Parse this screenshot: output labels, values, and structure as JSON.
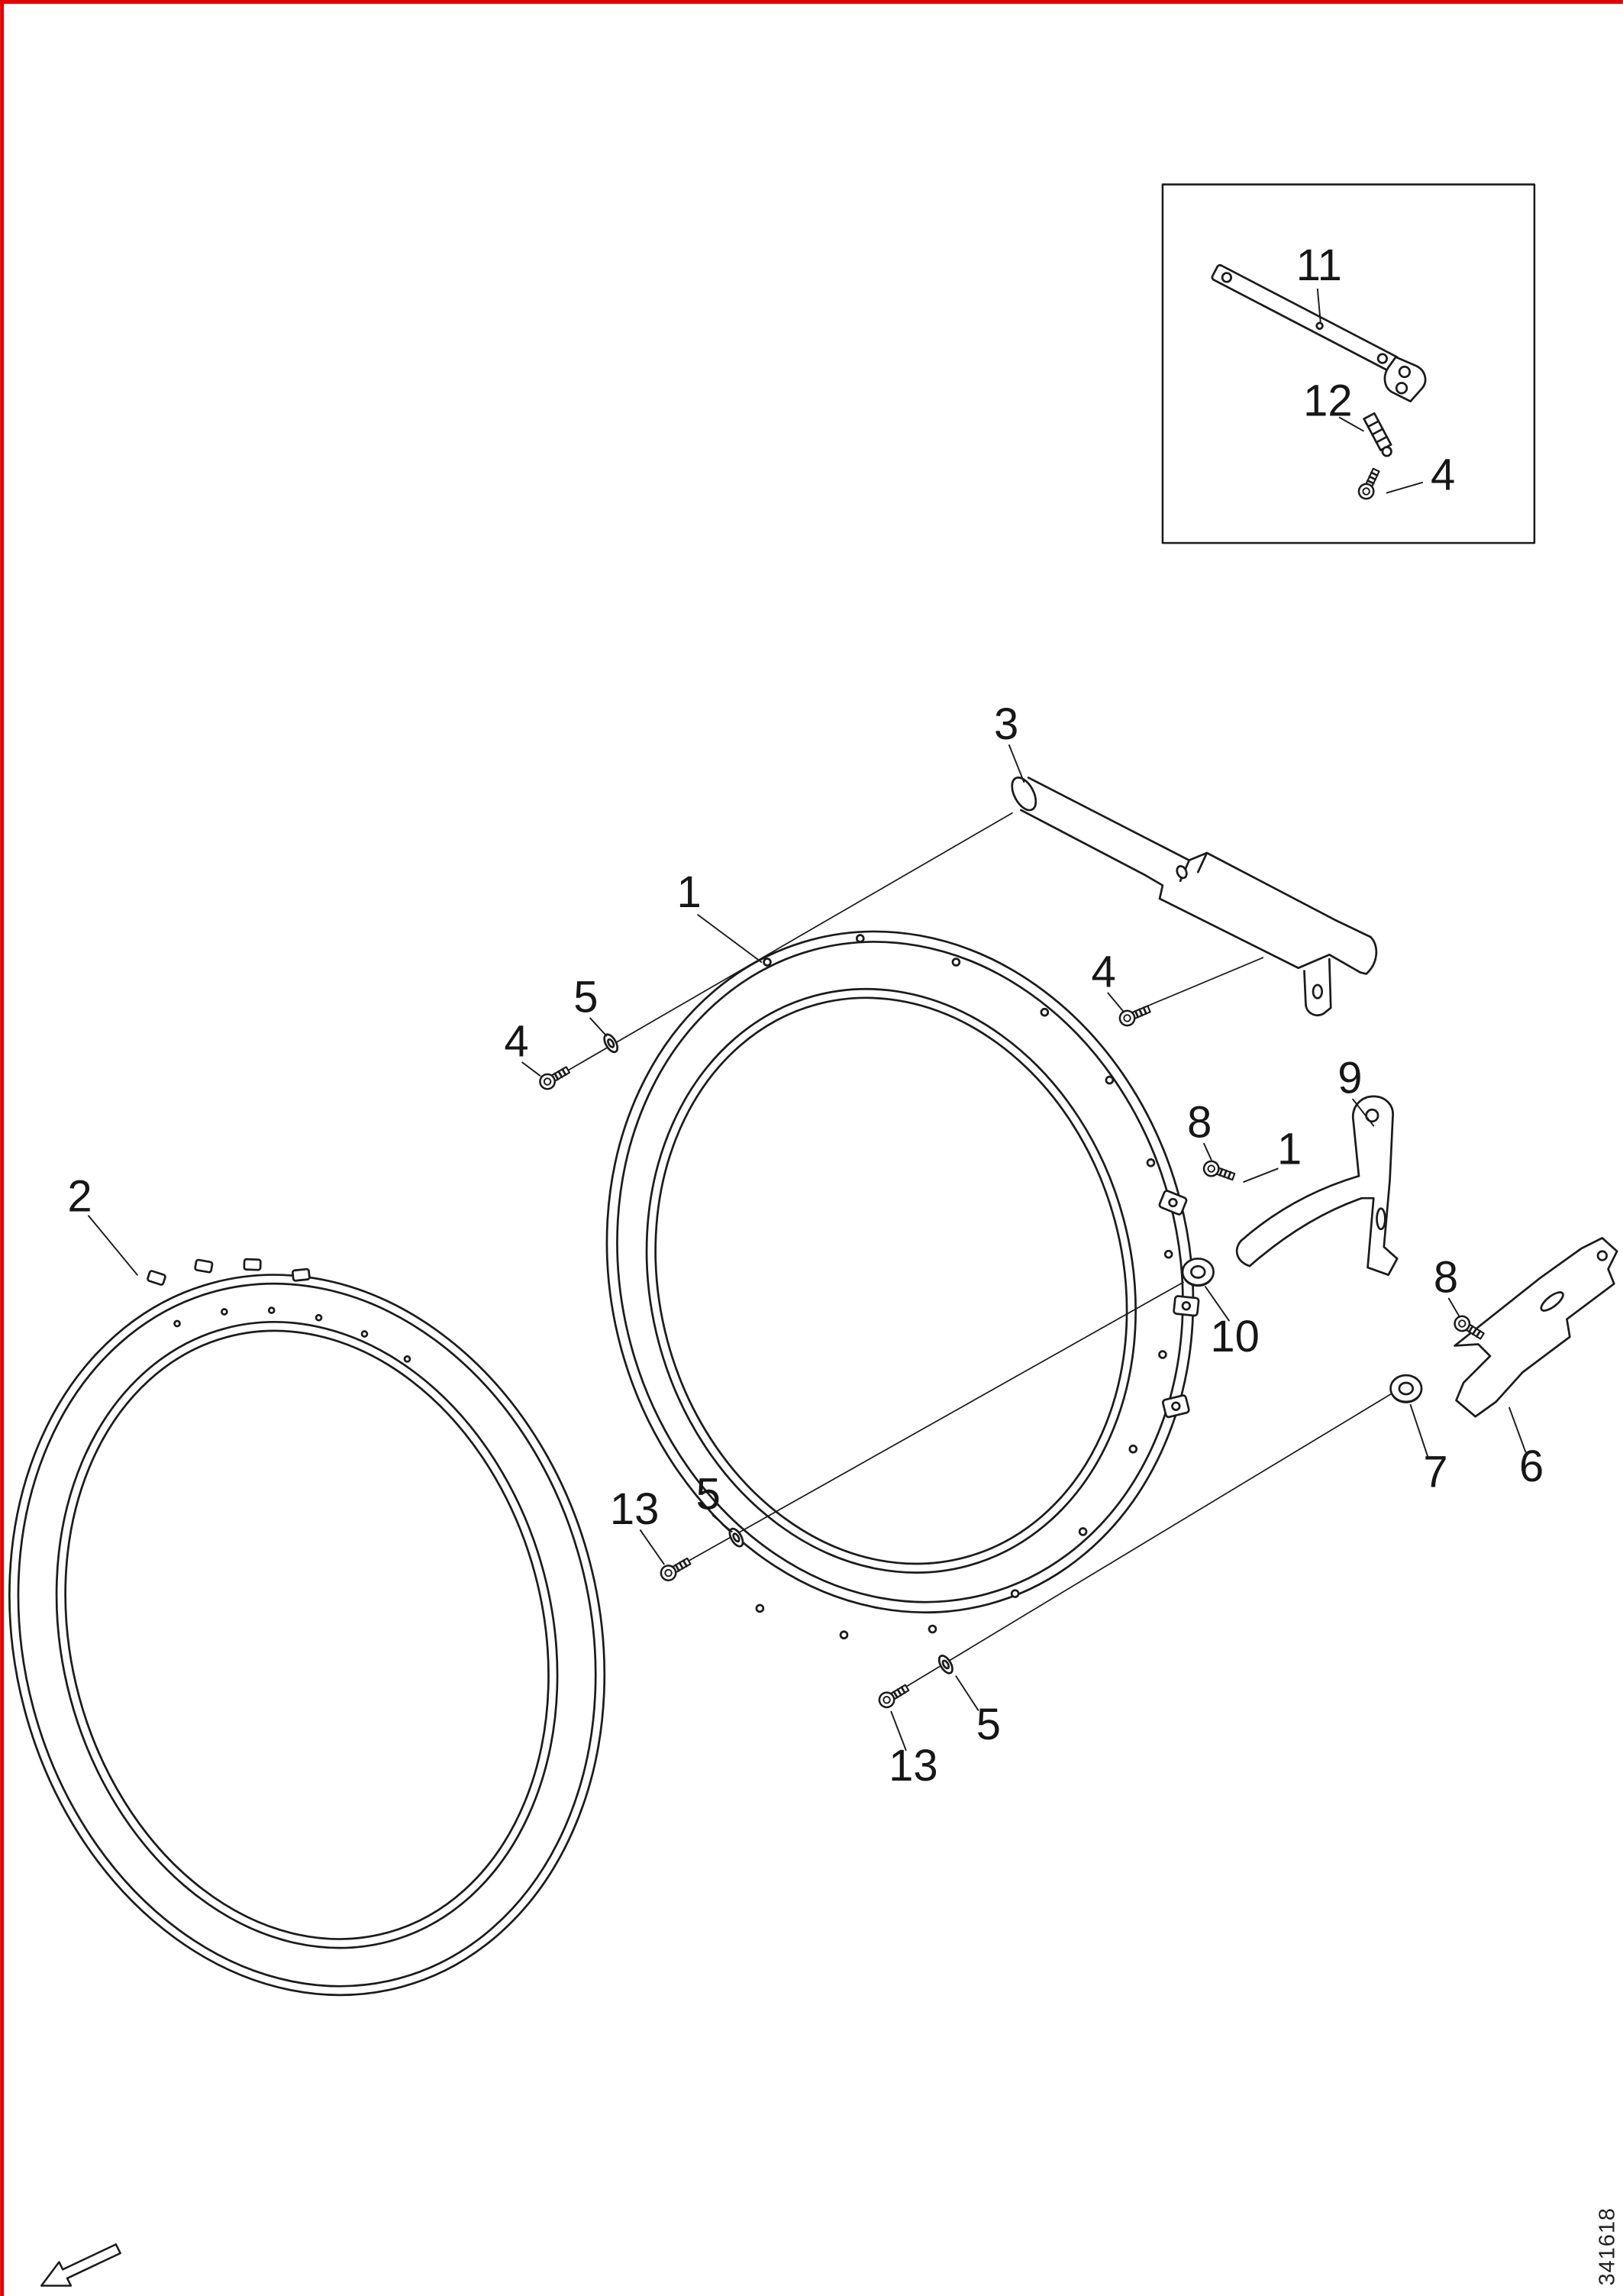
{
  "figure": {
    "type": "exploded-parts-diagram",
    "drawing_number": "341618"
  },
  "colors": {
    "ink": "#1b1b1b",
    "edge_marker": "#e60000"
  },
  "icons": {
    "view_direction_arrow": "outline arrow pointing lower-left"
  },
  "callouts": {
    "c1": "1",
    "c1_b": "1",
    "c2": "2",
    "c3": "3",
    "c4_a": "4",
    "c4_b": "4",
    "c4_c": "4",
    "c5_a": "5",
    "c5_b": "5",
    "c5_c": "5",
    "c6": "6",
    "c7": "7",
    "c8_a": "8",
    "c8_b": "8",
    "c9": "9",
    "c10": "10",
    "c11": "11",
    "c12": "12",
    "c13_a": "13",
    "c13_b": "13"
  }
}
